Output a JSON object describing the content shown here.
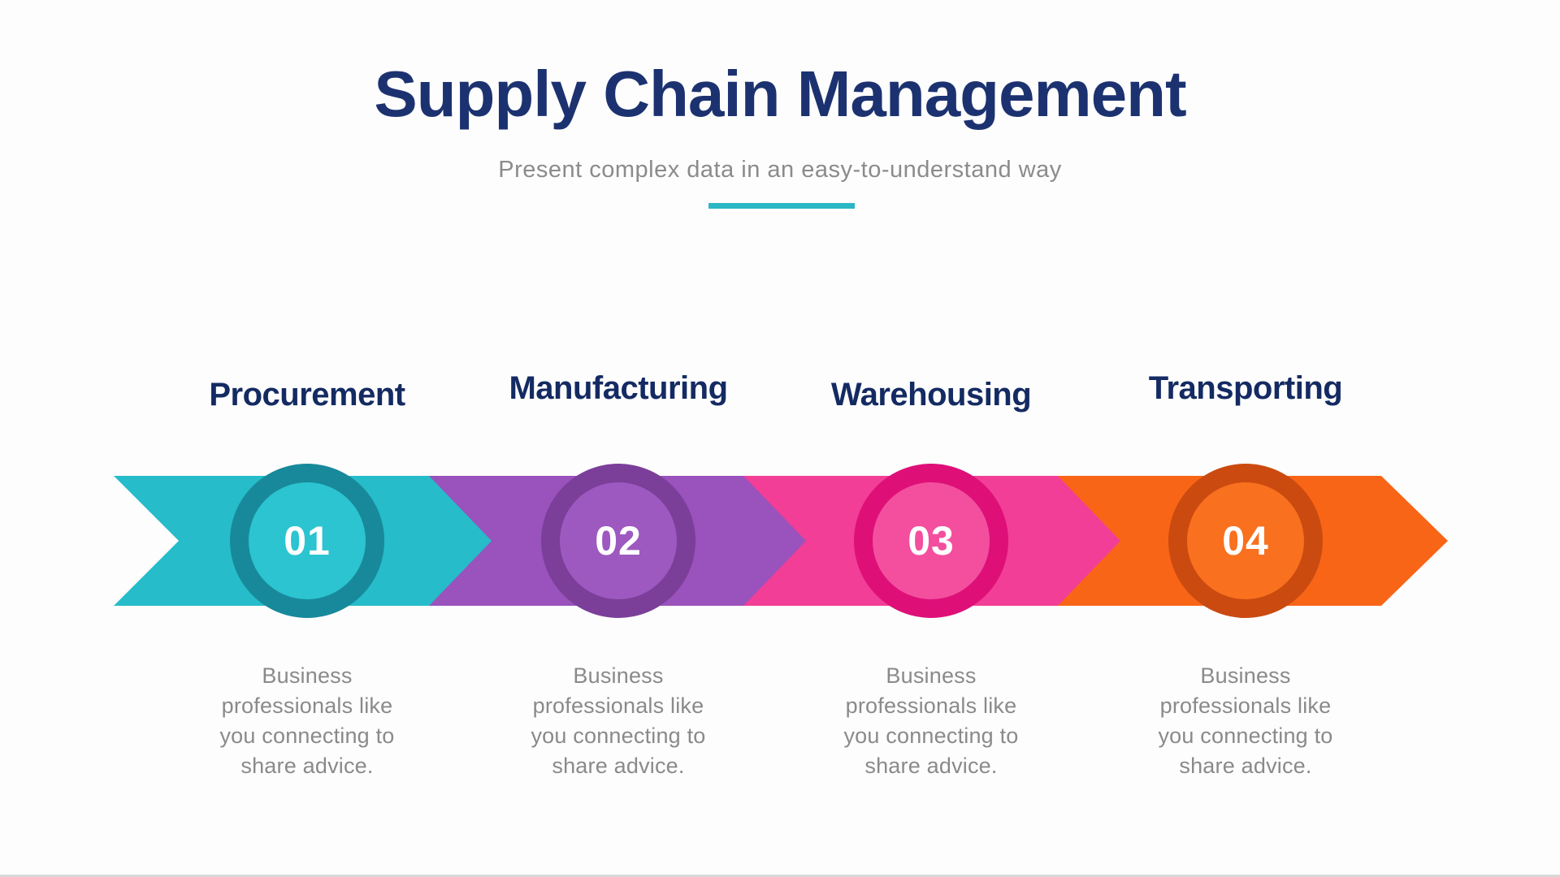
{
  "page": {
    "background": "#fdfdfd",
    "bottom_edge_color": "#d9d9d9"
  },
  "header": {
    "title": "Supply Chain Management",
    "title_color": "#1c3270",
    "subtitle": "Present complex data in an easy-to-understand way",
    "subtitle_color": "#8b8b8b",
    "divider_color": "#2ab7c5"
  },
  "label_color": "#142a62",
  "number_color": "#ffffff",
  "description_color": "#8a8a8a",
  "steps": [
    {
      "label": "Procurement",
      "number": "01",
      "description": "Business professionals like you connecting to share advice.",
      "band_color": "#26bcc9",
      "ring_color": "#18899b",
      "circle_fill": "#2bc4d0"
    },
    {
      "label": "Manufacturing",
      "number": "02",
      "description": "Business professionals like you connecting to share advice.",
      "band_color": "#9a52bd",
      "ring_color": "#7b3f99",
      "circle_fill": "#9d59c0"
    },
    {
      "label": "Warehousing",
      "number": "03",
      "description": "Business professionals like you connecting to share advice.",
      "band_color": "#f23e96",
      "ring_color": "#de1078",
      "circle_fill": "#f34f9e"
    },
    {
      "label": "Transporting",
      "number": "04",
      "description": "Business professionals like you connecting to share advice.",
      "band_color": "#f96517",
      "ring_color": "#cb4a10",
      "circle_fill": "#f9701f"
    }
  ]
}
